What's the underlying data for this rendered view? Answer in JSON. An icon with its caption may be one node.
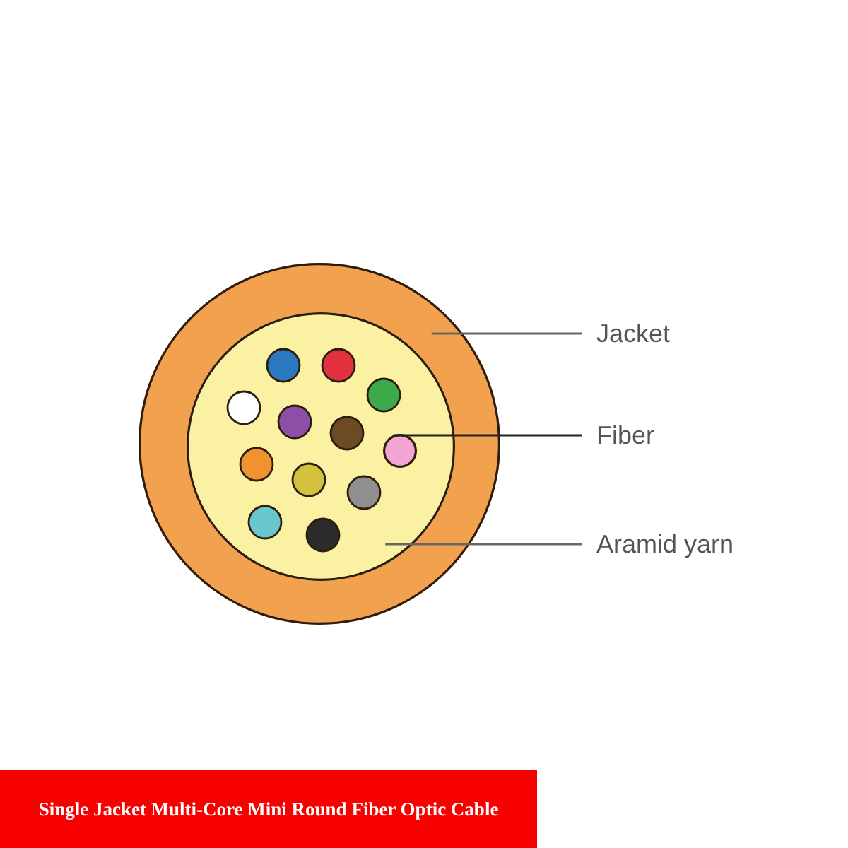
{
  "diagram": {
    "caption": "Single Jacket Multi-Core Mini Round Fiber Optic Cable",
    "nodes": [
      {
        "text": [],
        "shape": "circle"
      },
      {
        "text": [],
        "shape": "circle",
        "in": 0
      },
      {
        "text": [],
        "shape": "circle",
        "in": 1
      },
      {
        "text": [
          "Jacket"
        ]
      },
      {
        "text": [
          "Fiber"
        ]
      },
      {
        "text": [
          "Aramid yarn"
        ]
      }
    ],
    "edges": [
      {
        "from": 3,
        "to": 0,
        "arrow": "none"
      },
      {
        "from": 4,
        "to": 2,
        "arrow": "none",
        "color": "#222222"
      },
      {
        "from": 5,
        "to": 1,
        "arrow": "none"
      }
    ]
  }
}
